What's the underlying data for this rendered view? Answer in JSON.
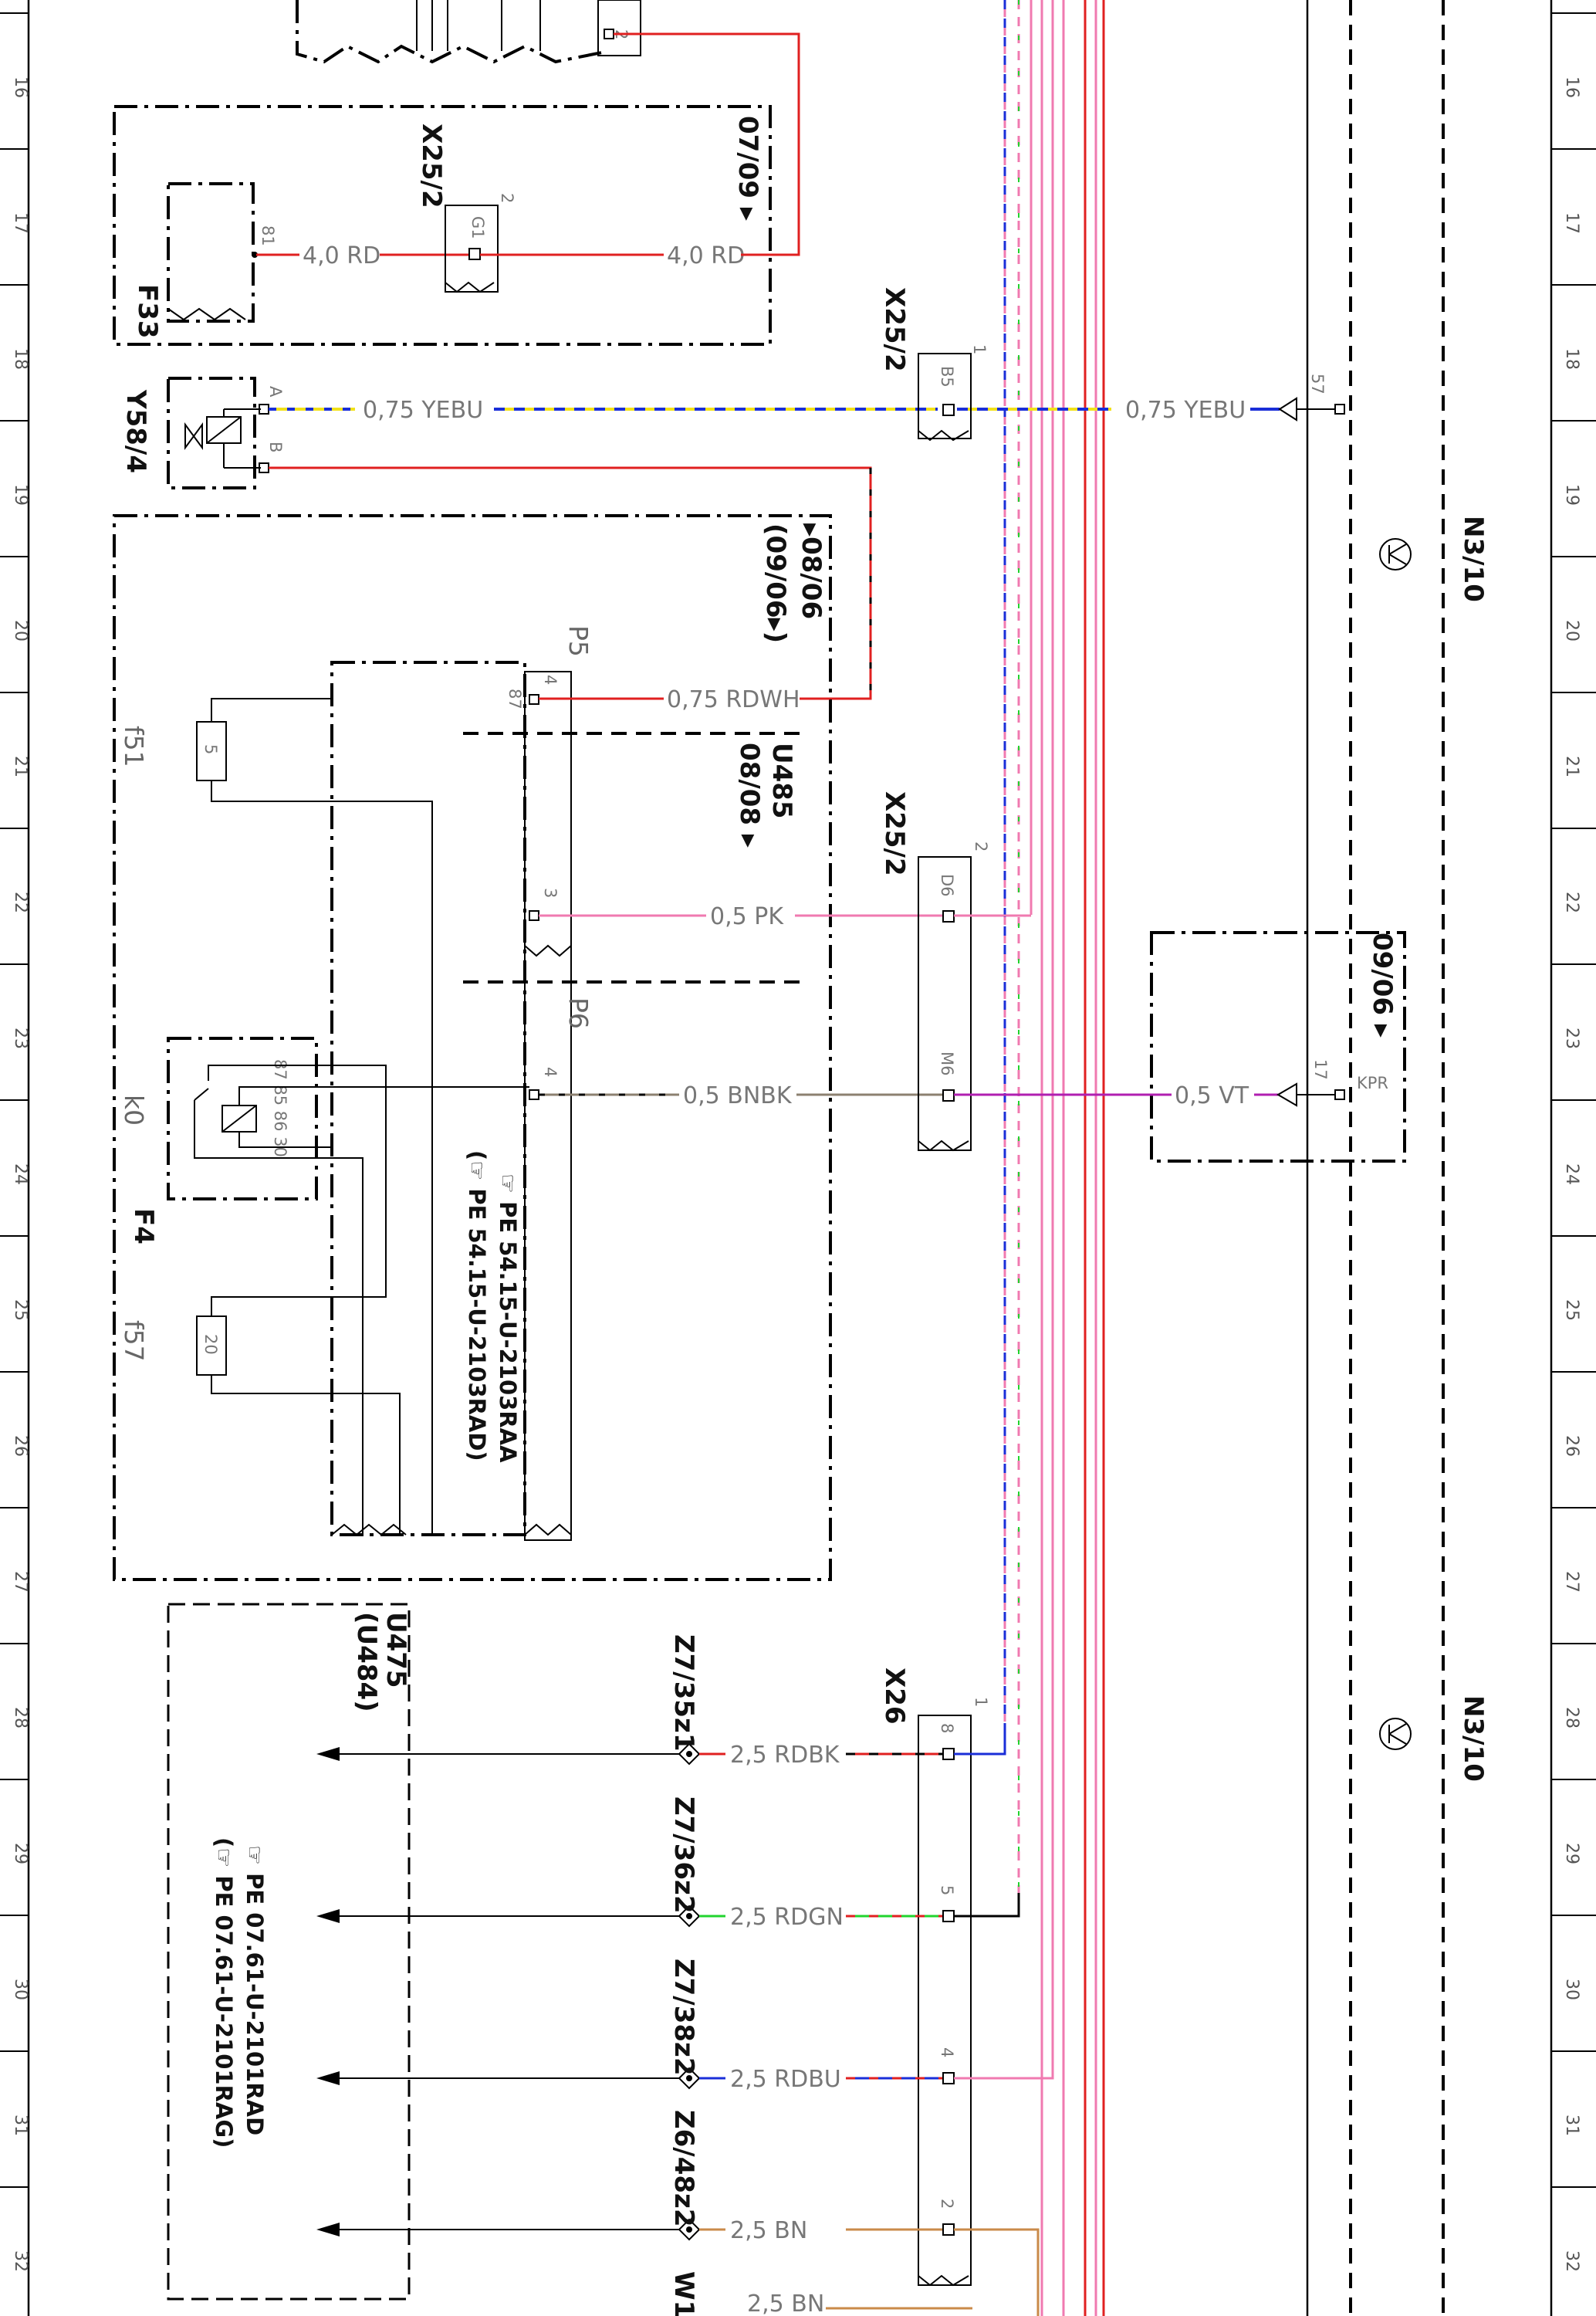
{
  "ruler": {
    "labels": [
      "16",
      "17",
      "18",
      "19",
      "20",
      "21",
      "22",
      "23",
      "24",
      "25",
      "26",
      "27",
      "28",
      "29",
      "30",
      "31",
      "32"
    ]
  },
  "components": {
    "f33_box": {
      "name": "F33",
      "pin": "81",
      "wire_left": "4,0 RD",
      "wire_right": "4,0 RD",
      "version": "07/09 ▸"
    },
    "x25_top": {
      "name": "X25/2",
      "pin_tag": "G1",
      "pin_num": "2"
    },
    "y58": {
      "name": "Y58/4",
      "pin_a": "A",
      "pin_b": "B"
    },
    "wire_yebu_left": "0,75 YEBU",
    "wire_yebu_right": "0,75 YEBU",
    "x25_b5": {
      "name": "X25/2",
      "pin_tag": "B5",
      "pin_num": "1"
    },
    "n3_top": {
      "name": "N3/10",
      "pin": "57"
    },
    "fusebox": {
      "version_a": "▸08/06",
      "version_b": "(09/06▸)",
      "p5_label": "P5",
      "p5_pin": "4",
      "p5_num": "87",
      "wire_rdwh": "0,75 RDWH",
      "u485": "U485",
      "u485_ver": "08/08 ▸",
      "p_pin3": "3",
      "wire_pk": "0,5 PK",
      "p6_label": "P6",
      "p6_pin": "4",
      "wire_bnbk": "0,5 BNBK",
      "f51": "f51",
      "f51_val": "5",
      "k0": "k0",
      "k0_pins": "87 85 86 30",
      "f4": "F4",
      "f57": "f57",
      "f57_val": "20",
      "ref1": "☞ PE 54.15-U-2103RAA",
      "ref2": "(☞ PE 54.15-U-2103RAD)"
    },
    "x25_d6": {
      "name": "X25/2",
      "pin_tag": "D6",
      "pin_num": "2"
    },
    "x25_m6": {
      "pin_tag": "M6"
    },
    "n3_mid": {
      "version": "09/06 ▸",
      "pin": "17",
      "pin_tag": "KPR",
      "wire": "0,5 VT"
    },
    "n3_bottom": {
      "name": "N3/10"
    },
    "u475": {
      "title": "U475",
      "sub": "(U484)",
      "ref1": "☞ PE 07.61-U-2101RAD",
      "ref2": "(☞ PE 07.61-U-2101RAG)"
    },
    "x26": {
      "name": "X26",
      "pin_num": "1"
    },
    "x26_rows": [
      {
        "node": "Z7/35z1",
        "wire": "2,5 RDBK",
        "pin": "8"
      },
      {
        "node": "Z7/36z2",
        "wire": "2,5 RDGN",
        "pin": "5"
      },
      {
        "node": "Z7/38z2",
        "wire": "2,5 RDBU",
        "pin": "4"
      },
      {
        "node": "Z6/48z2",
        "wire": "2,5 BN",
        "pin": "2"
      }
    ],
    "w1": {
      "name": "W1",
      "wire": "2,5 BN"
    }
  },
  "colors": {
    "red": "#e02020",
    "blue": "#1a2ed8",
    "yellow": "#f2e21a",
    "pink": "#f07ab0",
    "green": "#22d42e",
    "brown": "#c98a4a",
    "grey_brown": "#8c8070",
    "violet": "#b01fb0"
  }
}
